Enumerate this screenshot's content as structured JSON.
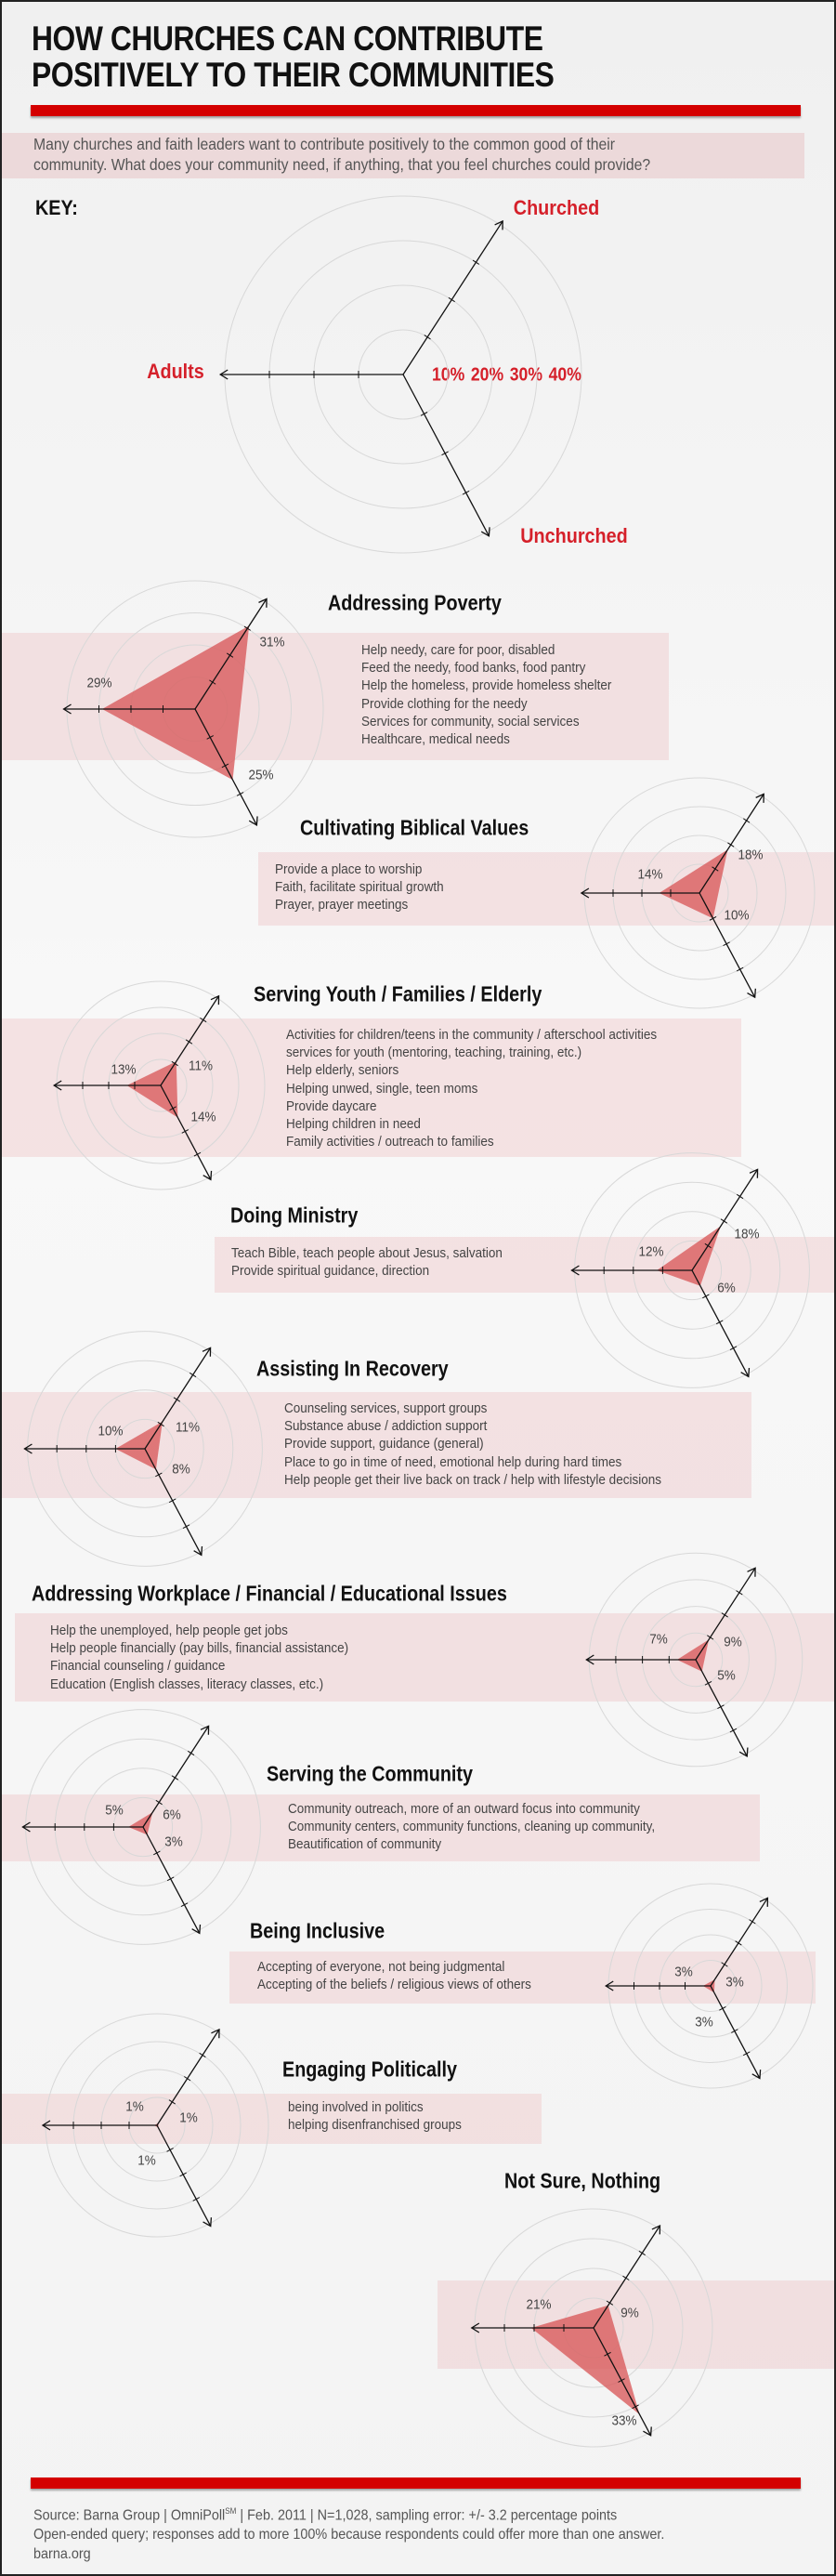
{
  "header": {
    "title_line1": "HOW CHURCHES CAN CONTRIBUTE",
    "title_line2": "POSITIVELY TO THEIR COMMUNITIES",
    "question_line1": "Many churches and faith leaders want to contribute positively to the common good of their",
    "question_line2": "community. What does your community need, if anything, that you feel churches could provide?"
  },
  "key": {
    "label": "KEY:",
    "churched": "Churched",
    "adults": "Adults",
    "unchurched": "Unchurched",
    "scale": "10% 20% 30% 40%"
  },
  "colors": {
    "accent": "#d40000",
    "label_red": "#d5202a",
    "shape": "#d9595a",
    "band": "#f1dfe0"
  },
  "chart_data": {
    "type": "radar",
    "axes": [
      "Churched",
      "Unchurched",
      "Adults"
    ],
    "unit": "%",
    "range": [
      0,
      40
    ],
    "sections": [
      {
        "title": "Addressing Poverty",
        "values": {
          "churched": 31,
          "unchurched": 25,
          "adults": 29
        },
        "items": [
          "Help needy, care for poor, disabled",
          "Feed the needy, food banks, food pantry",
          "Help the homeless, provide homeless shelter",
          "Provide clothing for the needy",
          "Services for community, social services",
          "Healthcare, medical needs"
        ]
      },
      {
        "title": "Cultivating Biblical Values",
        "values": {
          "churched": 18,
          "unchurched": 10,
          "adults": 14
        },
        "items": [
          "Provide a place to worship",
          "Faith, facilitate spiritual growth",
          "Prayer, prayer meetings"
        ]
      },
      {
        "title": "Serving Youth / Families / Elderly",
        "values": {
          "churched": 11,
          "unchurched": 14,
          "adults": 13
        },
        "items": [
          "Activities for children/teens in the community / afterschool activities",
          "services for youth (mentoring, teaching, training, etc.)",
          "Help elderly, seniors",
          "Helping unwed, single, teen moms",
          "Provide daycare",
          "Helping children in need",
          "Family activities / outreach to families"
        ]
      },
      {
        "title": "Doing Ministry",
        "values": {
          "churched": 18,
          "unchurched": 6,
          "adults": 12
        },
        "items": [
          "Teach Bible, teach people about Jesus, salvation",
          "Provide spiritual guidance, direction"
        ]
      },
      {
        "title": "Assisting In Recovery",
        "values": {
          "churched": 11,
          "unchurched": 8,
          "adults": 10
        },
        "items": [
          "Counseling services, support groups",
          "Substance abuse / addiction support",
          "Provide support, guidance (general)",
          "Place to go in time of need, emotional help during hard times",
          "Help people get their live back on track / help with lifestyle decisions"
        ]
      },
      {
        "title": "Addressing Workplace / Financial / Educational Issues",
        "values": {
          "churched": 9,
          "unchurched": 5,
          "adults": 7
        },
        "items": [
          "Help the unemployed, help people get jobs",
          "Help people financially (pay bills, financial assistance)",
          "Financial counseling / guidance",
          "Education (English classes, literacy classes, etc.)"
        ]
      },
      {
        "title": "Serving the Community",
        "values": {
          "churched": 6,
          "unchurched": 3,
          "adults": 5
        },
        "items": [
          "Community outreach, more of an outward focus into community",
          "Community centers, community functions, cleaning up community,",
          "Beautification of community"
        ]
      },
      {
        "title": "Being Inclusive",
        "values": {
          "churched": 3,
          "unchurched": 3,
          "adults": 3
        },
        "items": [
          "Accepting of everyone, not being judgmental",
          "Accepting of the beliefs / religious views of others"
        ]
      },
      {
        "title": "Engaging Politically",
        "values": {
          "churched": 1,
          "unchurched": 1,
          "adults": 1
        },
        "items": [
          "being involved in politics",
          "helping disenfranchised groups"
        ]
      },
      {
        "title": "Not Sure, Nothing",
        "values": {
          "churched": 9,
          "unchurched": 33,
          "adults": 21
        },
        "items": []
      }
    ]
  },
  "footer": {
    "source_pre": "Source: Barna Group | OmniPoll",
    "source_sup": "SM",
    "source_post": " | Feb. 2011 | N=1,028, sampling error: +/- 3.2 percentage points",
    "note": "Open-ended query; responses add to more 100% because respondents could offer more than one answer.",
    "site": "barna.org"
  }
}
